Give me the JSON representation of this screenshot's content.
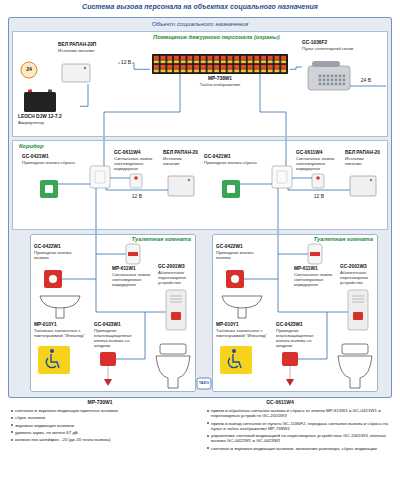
{
  "diagram": {
    "title": "Система вызова персонала на объектах социального назначения",
    "nodes": [
      {
        "text": [
          "Объект социального назначения"
        ]
      },
      {
        "text": [
          "Помещение дежурного персонала (охраны)"
        ],
        "in": 0
      },
      {
        "text": [
          "БЕЛ РАПАН-20П",
          "Источник питания"
        ],
        "in": 1
      },
      {
        "text": [
          "LEOCH DJW 12-7.2",
          "Аккумулятор"
        ],
        "in": 1
      },
      {
        "text": [
          "MP-738W1",
          "Табло отображения"
        ],
        "in": 1
      },
      {
        "text": [
          "GC-1036F2",
          "Пульт селекторной связи"
        ],
        "in": 1
      },
      {
        "text": [
          "Коридор"
        ],
        "in": 0
      },
      {
        "text": [
          "GC-0421W1",
          "Проводная кнопка сброса"
        ],
        "in": 6
      },
      {
        "text": [
          "GC-0611W4",
          "Сигнальная лампа светозвуковая коридорная"
        ],
        "in": 6
      },
      {
        "text": [
          "БЕЛ РАПАН-20",
          "Источник питания"
        ],
        "in": 6
      },
      {
        "text": [
          "GC-0421W1",
          "Проводная кнопка сброса"
        ],
        "in": 6
      },
      {
        "text": [
          "GC-0611W4",
          "Сигнальная лампа светозвуковая коридорная"
        ],
        "in": 6
      },
      {
        "text": [
          "БЕЛ РАПАН-20",
          "Источник питания"
        ],
        "in": 6
      },
      {
        "text": [
          "Туалетная комната"
        ],
        "in": 0
      },
      {
        "text": [
          "GC-0422W1",
          "Проводная кнопка вызова"
        ],
        "in": 13
      },
      {
        "text": [
          "MP-611W1",
          "Сигнальная лампа светозвуковая коридорная"
        ],
        "in": 13
      },
      {
        "text": [
          "GC-2001W3",
          "Абонентское переговорное устройство"
        ],
        "in": 13
      },
      {
        "text": [
          "MP-010Y1",
          "Табличка тактильная с пиктограммой \"Инвалид\""
        ],
        "in": 13
      },
      {
        "text": [
          "GC-0423W1",
          "Проводная влагозащищенная кнопка вызова со шнуром"
        ],
        "in": 13
      },
      {
        "text": [
          "Туалетная комната"
        ],
        "in": 0
      },
      {
        "text": [
          "GC-0422W1",
          "Проводная кнопка вызова"
        ],
        "in": 19
      },
      {
        "text": [
          "MP-611W1",
          "Сигнальная лампа светозвуковая коридорная"
        ],
        "in": 19
      },
      {
        "text": [
          "GC-2001W3",
          "Абонентское переговорное устройство"
        ],
        "in": 19
      },
      {
        "text": [
          "MP-010Y1",
          "Табличка тактильная с пиктограммой \"Инвалид\""
        ],
        "in": 19
      },
      {
        "text": [
          "GC-0423W1",
          "Проводная влагозащищенная кнопка вызова со шнуром"
        ],
        "in": 19
      }
    ],
    "edges": [
      {
        "from": 3,
        "to": 2,
        "arrow": "none"
      },
      {
        "from": 2,
        "to": 4,
        "label": "12 В",
        "arrow": "none"
      },
      {
        "from": 4,
        "to": 5,
        "arrow": "none"
      }
    ],
    "labels": [
      "24",
      "24 В",
      "12 В",
      "12 В",
      "MP-730W1",
      "GC-0611W4",
      "ТАКО",
      "световая и звуковая индикация принятых вызовов",
      "сброс вызовов",
      "звуковая индикация вызовов",
      "уровень шума, не менее 67 дБ",
      "количество шлейфов - 20 (до 20 точек вызова)",
      "прием и обработка сигналов вызова и сброса от кнопок MP-611W1 и GC-0421W1 и переговорных устройств GC-2001W3",
      "прием и вывод сигналов от пульта GC-1036F2, передача сигналов вызова и сброса на пульт и табло отображения MP-738W1",
      "управление световой индикацией на переговорных устройствах GC-2001W3, кнопках вызова GC-0422W1 и GC-0423W1",
      "световая и звуковая индикация вызовов, включение разговора, сброс индикации"
    ]
  }
}
